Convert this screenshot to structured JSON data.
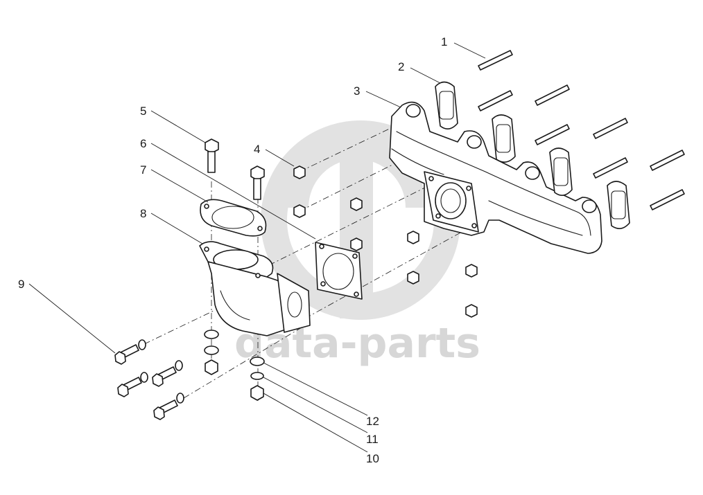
{
  "watermark": {
    "text": "data-parts",
    "color": "#d7d7d7"
  },
  "callouts": [
    {
      "id": "1",
      "label": "1"
    },
    {
      "id": "2",
      "label": "2"
    },
    {
      "id": "3",
      "label": "3"
    },
    {
      "id": "4",
      "label": "4"
    },
    {
      "id": "5",
      "label": "5"
    },
    {
      "id": "6",
      "label": "6"
    },
    {
      "id": "7",
      "label": "7"
    },
    {
      "id": "8",
      "label": "8"
    },
    {
      "id": "9",
      "label": "9"
    },
    {
      "id": "10",
      "label": "10"
    },
    {
      "id": "11",
      "label": "11"
    },
    {
      "id": "12",
      "label": "12"
    }
  ],
  "colors": {
    "line": "#1a1a1a",
    "background": "#ffffff",
    "watermark": "#d7d7d7"
  }
}
